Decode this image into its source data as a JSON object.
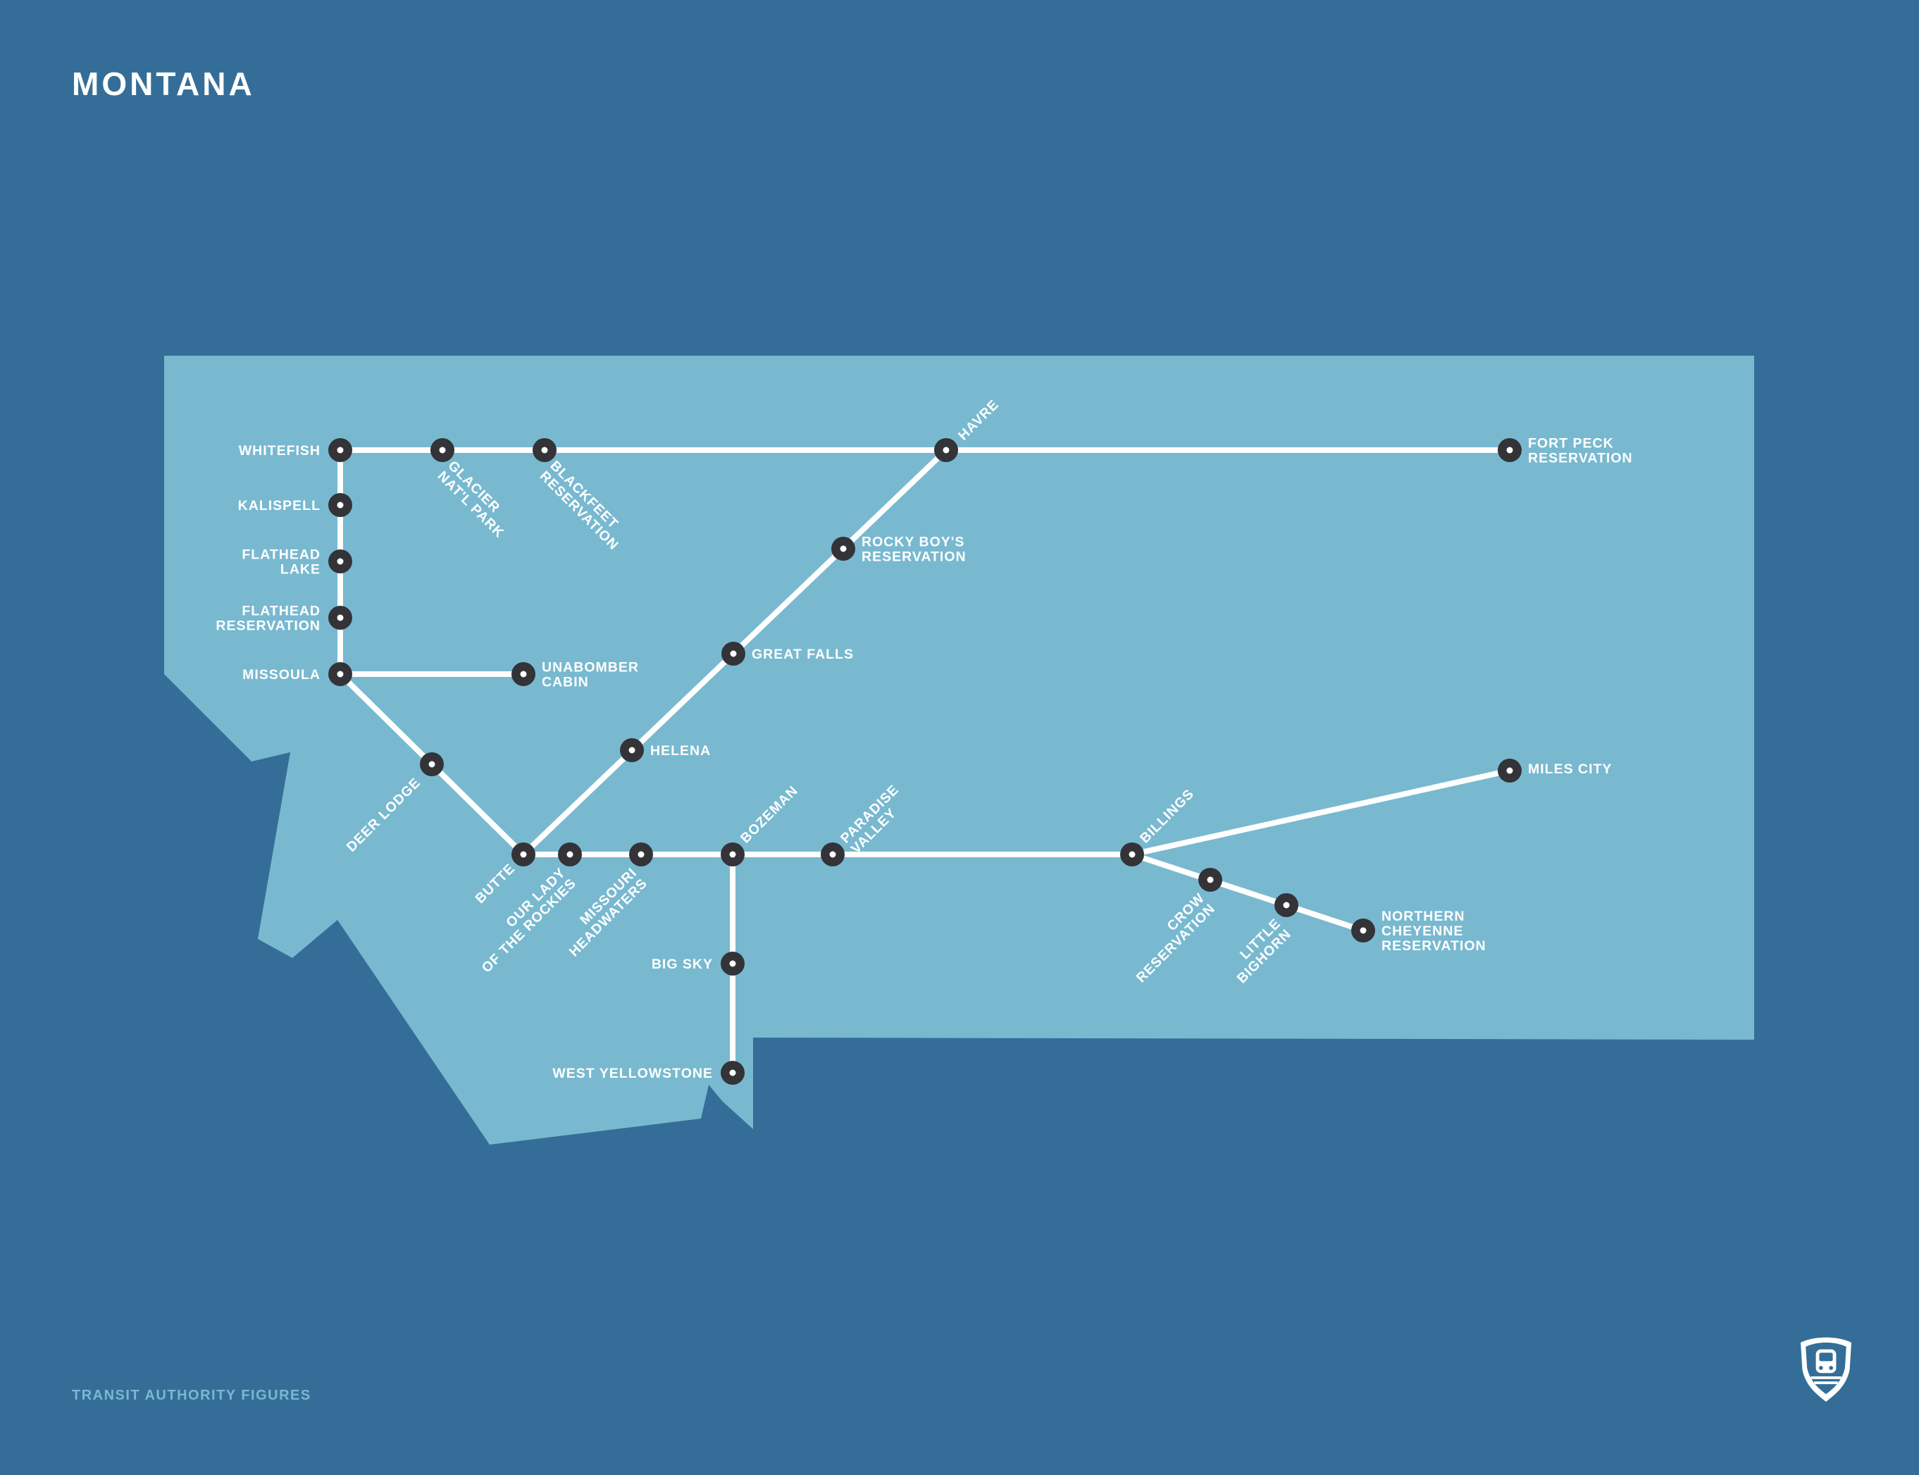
{
  "title": "MONTANA",
  "footer": "TRANSIT AUTHORITY FIGURES",
  "logo_icon": "transit-shield-train-icon",
  "colors": {
    "background": "#346e98",
    "state_fill": "#78b9d0",
    "line": "#ffffff",
    "station_fill": "#333338",
    "label": "#ffffff",
    "footer_text": "#78b9d0"
  },
  "stations": {
    "whitefish": [
      "WHITEFISH"
    ],
    "glacier": [
      "GLACIER",
      "NAT'L PARK"
    ],
    "blackfeet": [
      "BLACKFEET",
      "RESERVATION"
    ],
    "havre": [
      "HAVRE"
    ],
    "fort_peck": [
      "FORT PECK",
      "RESERVATION"
    ],
    "kalispell": [
      "KALISPELL"
    ],
    "flathead_lake": [
      "FLATHEAD",
      "LAKE"
    ],
    "flathead_res": [
      "FLATHEAD",
      "RESERVATION"
    ],
    "missoula": [
      "MISSOULA"
    ],
    "unabomber": [
      "UNABOMBER",
      "CABIN"
    ],
    "rocky_boys": [
      "ROCKY BOY'S",
      "RESERVATION"
    ],
    "great_falls": [
      "GREAT FALLS"
    ],
    "helena": [
      "HELENA"
    ],
    "deer_lodge": [
      "DEER LODGE"
    ],
    "butte": [
      "BUTTE"
    ],
    "our_lady": [
      "OUR LADY",
      "OF THE ROCKIES"
    ],
    "missouri": [
      "MISSOURI",
      "HEADWATERS"
    ],
    "bozeman": [
      "BOZEMAN"
    ],
    "paradise": [
      "PARADISE",
      "VALLEY"
    ],
    "big_sky": [
      "BIG SKY"
    ],
    "west_yellowstone": [
      "WEST YELLOWSTONE"
    ],
    "billings": [
      "BILLINGS"
    ],
    "miles_city": [
      "MILES CITY"
    ],
    "crow": [
      "CROW",
      "RESERVATION"
    ],
    "little_bighorn": [
      "LITTLE",
      "BIGHORN"
    ],
    "northern_cheyenne": [
      "NORTHERN",
      "CHEYENNE",
      "RESERVATION"
    ]
  }
}
